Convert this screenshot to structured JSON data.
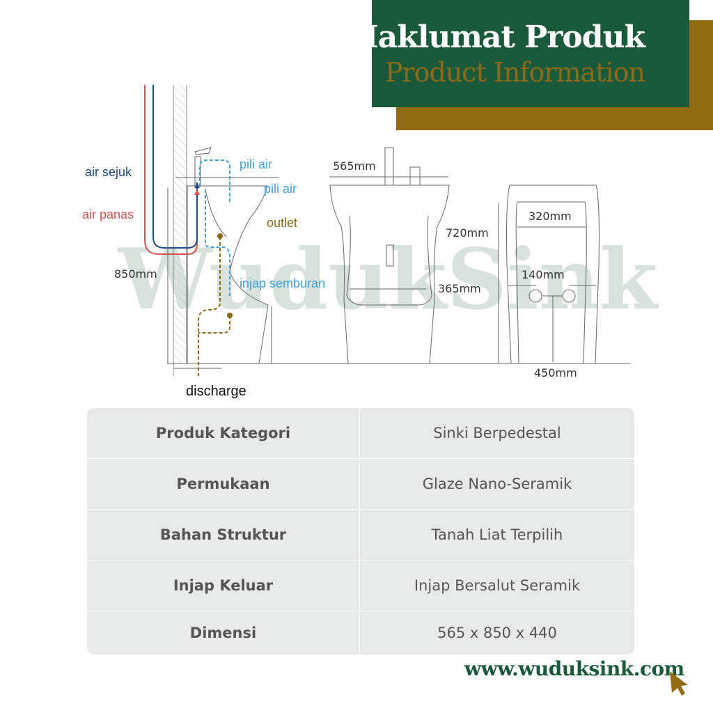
{
  "header": {
    "title": "Maklumat Produk",
    "subtitle": "Product Information"
  },
  "colors": {
    "green": "#1a5a3a",
    "gold": "#926b12",
    "cold": "#1d4a8a",
    "hot": "#d9534f",
    "flow": "#3fa0dc",
    "drain": "#8a6a12"
  },
  "watermark": "WudukSink",
  "diagram": {
    "labels": {
      "air_sejuk": "air sejuk",
      "air_panas": "air panas",
      "pili_air_1": "pili air",
      "pili_air_2": "pili air",
      "outlet": "outlet",
      "injap_semburan": "injap semburan",
      "discharge": "discharge"
    },
    "dimensions": {
      "height_total": "850mm",
      "width": "565mm",
      "height_front": "720mm",
      "inner_width": "365mm",
      "back_width": "320mm",
      "hole_spacing": "140mm",
      "depth": "450mm"
    }
  },
  "specs": [
    {
      "label": "Produk Kategori",
      "value": "Sinki Berpedestal"
    },
    {
      "label": "Permukaan",
      "value": "Glaze Nano-Seramik"
    },
    {
      "label": "Bahan Struktur",
      "value": "Tanah Liat Terpilih"
    },
    {
      "label": "Injap Keluar",
      "value": "Injap Bersalut Seramik"
    },
    {
      "label": "Dimensi",
      "value": "565 x 850 x 440"
    }
  ],
  "footer": {
    "url": "www.wuduksink.com"
  }
}
